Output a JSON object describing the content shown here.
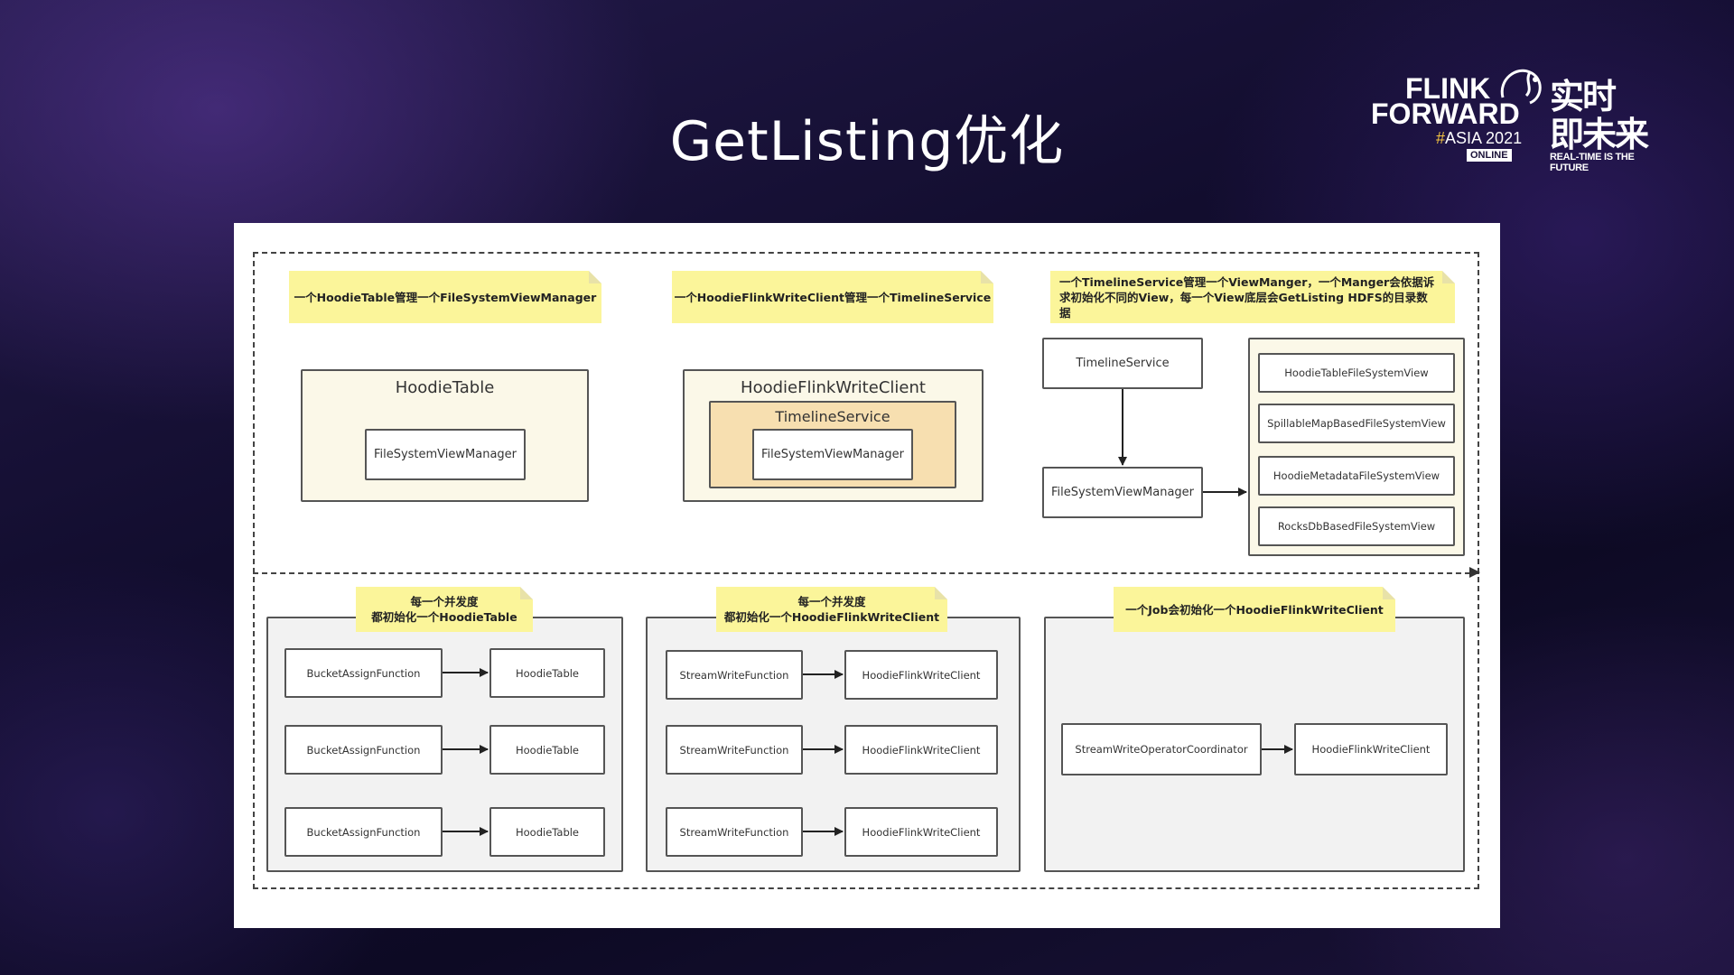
{
  "slide": {
    "title": "GetListing优化"
  },
  "logo": {
    "line1": "FLINK",
    "line2": "FORWARD",
    "hash": "#",
    "event": "ASIA 2021",
    "badge": "ONLINE",
    "zh": "实时\n即未来",
    "tagline": "REAL-TIME IS THE FUTURE"
  },
  "diagram": {
    "top": {
      "note1": "一个HoodieTable管理一个FileSystemViewManager",
      "note2": "一个HoodieFlinkWriteClient管理一个TimelineService",
      "note3": "一个TimelineService管理一个ViewManger，一个Manger会依据诉求初始化不同的View，每一个View底层会GetListing HDFS的目录数据",
      "hoodie_table": {
        "title": "HoodieTable",
        "inner": "FileSystemViewManager"
      },
      "write_client": {
        "title": "HoodieFlinkWriteClient",
        "middle": "TimelineService",
        "inner": "FileSystemViewManager"
      },
      "timeline_service": "TimelineService",
      "fsvm": "FileSystemViewManager",
      "views": [
        "HoodieTableFileSystemView",
        "SpillableMapBasedFileSystemView",
        "HoodieMetadataFileSystemView",
        "RocksDbBasedFileSystemView"
      ]
    },
    "bottom": {
      "note1": "每一个并发度\n都初始化一个HoodieTable",
      "note2": "每一个并发度\n都初始化一个HoodieFlinkWriteClient",
      "note3": "一个Job会初始化一个HoodieFlinkWriteClient",
      "group1": [
        {
          "from": "BucketAssignFunction",
          "to": "HoodieTable"
        },
        {
          "from": "BucketAssignFunction",
          "to": "HoodieTable"
        },
        {
          "from": "BucketAssignFunction",
          "to": "HoodieTable"
        }
      ],
      "group2": [
        {
          "from": "StreamWriteFunction",
          "to": "HoodieFlinkWriteClient"
        },
        {
          "from": "StreamWriteFunction",
          "to": "HoodieFlinkWriteClient"
        },
        {
          "from": "StreamWriteFunction",
          "to": "HoodieFlinkWriteClient"
        }
      ],
      "group3": {
        "from": "StreamWriteOperatorCoordinator",
        "to": "HoodieFlinkWriteClient"
      }
    }
  }
}
